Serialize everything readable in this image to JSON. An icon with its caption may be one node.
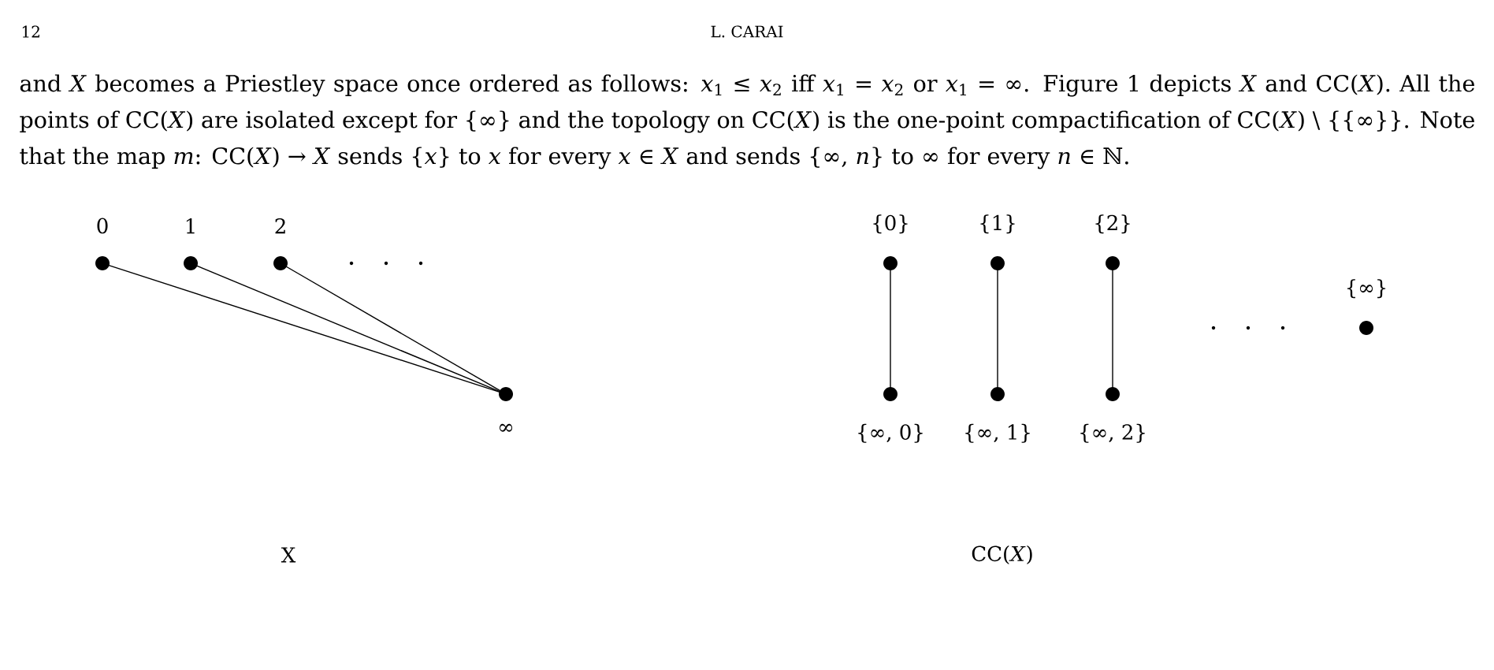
{
  "diagram": {
    "nodes": [
      {
        "text": [
          "0"
        ]
      },
      {
        "text": [
          "1"
        ]
      },
      {
        "text": [
          "2"
        ]
      },
      {
        "text": [
          "∞"
        ]
      },
      {
        "text": [
          "{0}"
        ]
      },
      {
        "text": [
          "{1}"
        ]
      },
      {
        "text": [
          "{2}"
        ]
      },
      {
        "text": [
          "{∞, 0}"
        ]
      },
      {
        "text": [
          "{∞, 1}"
        ]
      },
      {
        "text": [
          "{∞, 2}"
        ]
      },
      {
        "text": [
          "{∞}"
        ]
      }
    ],
    "edges": [
      {
        "from": 0,
        "to": 3,
        "arrow": "none"
      },
      {
        "from": 1,
        "to": 3,
        "arrow": "none"
      },
      {
        "from": 2,
        "to": 3,
        "arrow": "none"
      },
      {
        "from": 4,
        "to": 7,
        "arrow": "none"
      },
      {
        "from": 5,
        "to": 8,
        "arrow": "none"
      },
      {
        "from": 6,
        "to": 9,
        "arrow": "none"
      }
    ],
    "labels": [
      "12",
      "L. CARAI",
      "and *X* becomes a Priestley space once ordered as follows: *x*$_{1}$ ≤ *x*$_{2}$ iff *x*$_{1}$ = *x*$_{2}$ or *x*$_{1}$ = ∞. Figure 1 depicts *X* and CC(*X*). All the points of CC(*X*) are isolated except for {∞} and the topology on CC(*X*) is the one-point compactification of CC(*X*) \\ {{∞}}. Note that the map *m*: CC(*X*) → *X* sends {*x*} to *x* for every *x* ∈ *X* and sends {∞, *n*} to ∞ for every *n* ∈ ℕ.",
      "X",
      "CC(*X*)"
    ]
  }
}
